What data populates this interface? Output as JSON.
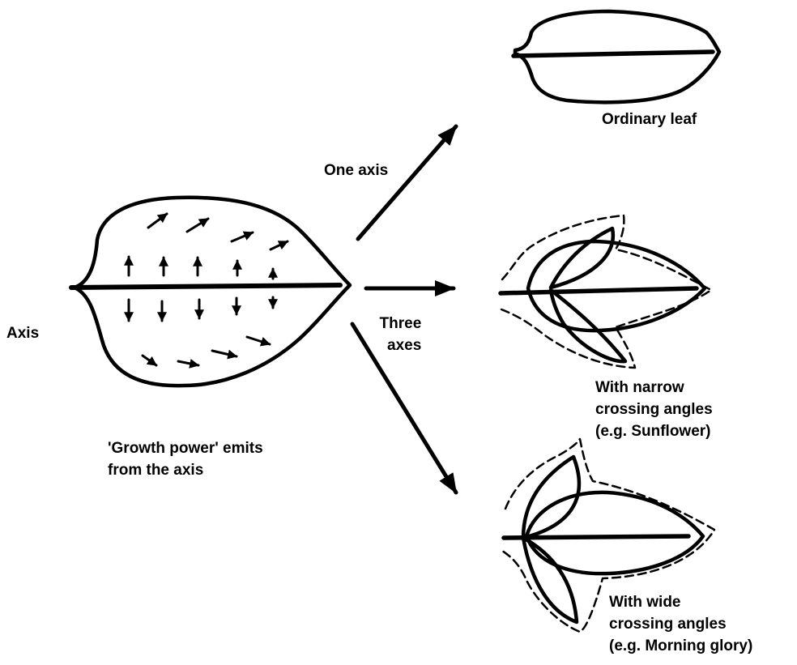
{
  "labels": {
    "axis": "Axis",
    "one_axis": "One axis",
    "three_axes": [
      "Three",
      "axes"
    ],
    "ordinary_leaf": "Ordinary leaf",
    "growth_caption": [
      "'Growth power' emits",
      "from the axis"
    ],
    "narrow": [
      "With narrow",
      "crossing angles",
      "(e.g. Sunflower)"
    ],
    "wide": [
      "With wide",
      "crossing angles",
      "(e.g. Morning glory)"
    ]
  },
  "colors": {
    "ink": "#000000",
    "background": "#ffffff"
  }
}
